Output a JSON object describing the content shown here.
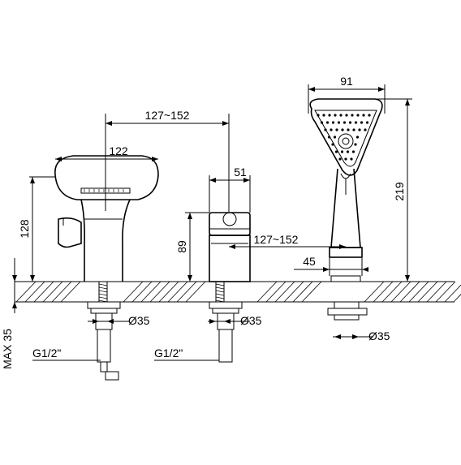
{
  "dimensions": {
    "spout_spacing": "127~152",
    "spout_width": "122",
    "spout_height": "128",
    "handle_width": "51",
    "handle_height": "89",
    "handle_spacing": "127~152",
    "shower_width": "91",
    "shower_height": "219",
    "shower_holder": "45",
    "hole_spout": "Ø35",
    "hole_handle": "Ø35",
    "hole_shower": "Ø35",
    "thread_spout": "G1/2\"",
    "thread_handle": "G1/2\"",
    "deck_max": "MAX 35"
  }
}
